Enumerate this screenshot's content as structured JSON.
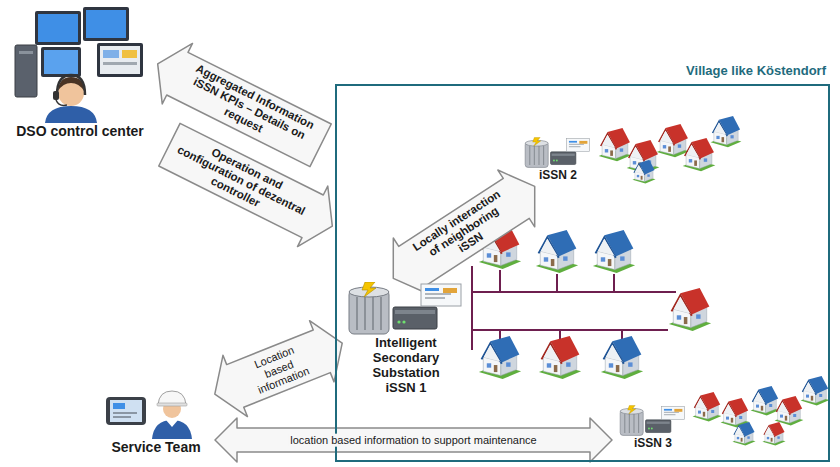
{
  "diagram": {
    "nodes": [
      {
        "text": [
          "DSO control center"
        ]
      },
      {
        "text": [
          "Village like Köstendorf"
        ]
      },
      {
        "text": [
          "iSSN 2"
        ],
        "in": 1
      },
      {
        "text": [
          "Intelligent Secondary Substation iSSN 1"
        ],
        "in": 1
      },
      {
        "text": [
          "iSSN 3"
        ],
        "in": 1
      },
      {
        "text": [
          "Service Team"
        ]
      }
    ],
    "edges": [
      {
        "from": 1,
        "to": 0,
        "arrow": "to",
        "label": "Aggregated Information iSSN KPIs – Details on request"
      },
      {
        "from": 0,
        "to": 1,
        "arrow": "to",
        "label": "Operation and configuration of dezentral controller"
      },
      {
        "from": 3,
        "to": 2,
        "arrow": "both",
        "label": "Locally interaction of neighboring iSSN"
      },
      {
        "from": 5,
        "to": 3,
        "arrow": "both",
        "label": "Location based information"
      },
      {
        "from": 5,
        "to": 4,
        "arrow": "both",
        "label": "location based information to support maintenance"
      }
    ]
  }
}
